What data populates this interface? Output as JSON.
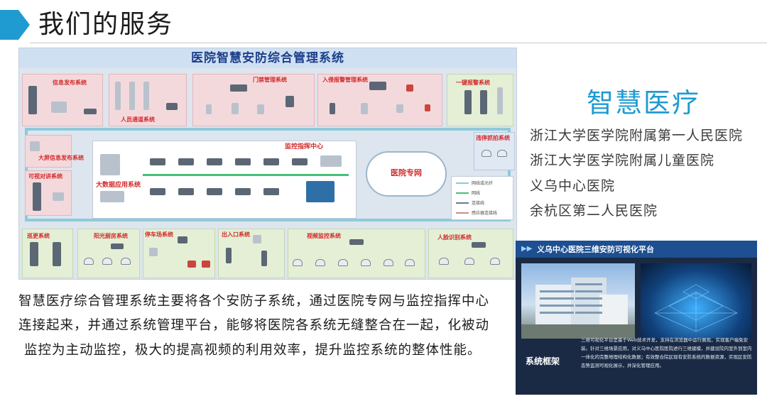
{
  "header": {
    "title": "我们的服务"
  },
  "diagram": {
    "title": "医院智慧安防综合管理系统",
    "center_label": "监控指挥中心",
    "network_label": "医院专网",
    "subsystems": [
      "信息发布系统",
      "人员通道系统",
      "门禁管理系统",
      "入侵报警管理系统",
      "一键报警系统",
      "大屏信息发布系统",
      "可视对讲系统",
      "大数据应用系统",
      "违停抓拍系统",
      "巡更系统",
      "阳光厨房系统",
      "停车场系统",
      "出入口系统",
      "视频监控系统",
      "人脸识别系统"
    ],
    "legend": [
      "网线或光纤",
      "网线",
      "连接线",
      "感应器连接线"
    ]
  },
  "brand": {
    "title": "智慧医疗"
  },
  "hospitals": [
    "浙江大学医学院附属第一人民医院",
    "浙江大学医学院附属儿童医院",
    "义乌中心医院",
    "余杭区第二人民医院"
  ],
  "paragraph": {
    "line1": "智慧医疗综合管理系统主要将各个安防子系统，通过医院专网与监控指挥中心",
    "line2": "连接起来，并通过系统管理平台，能够将医院各系统无缝整合在一起，化被动",
    "line3": "监控为主动监控，极大的提高视频的利用效率，提升监控系统的整体性能。"
  },
  "panel": {
    "title": "义乌中心医院三维安防可视化平台",
    "label": "系统框架",
    "desc": "三维可视化平台是基于Web技术开发，支持在浏览器中运行展现，实现客户端免安装。针对三维场景应用，对义乌中心医院医院进行三维建模，并建设院内室外到室内一体化的完整地理结构化数据；有效整合院区现有安防系统的数据资源，实现区安防态势监测可视化展示，并深化管理应用。"
  },
  "colors": {
    "accent": "#1f9bd1",
    "diagram_title": "#1d3f8a",
    "subsystem_label": "#d22b2b",
    "panel_bar": "#1d4f91"
  }
}
